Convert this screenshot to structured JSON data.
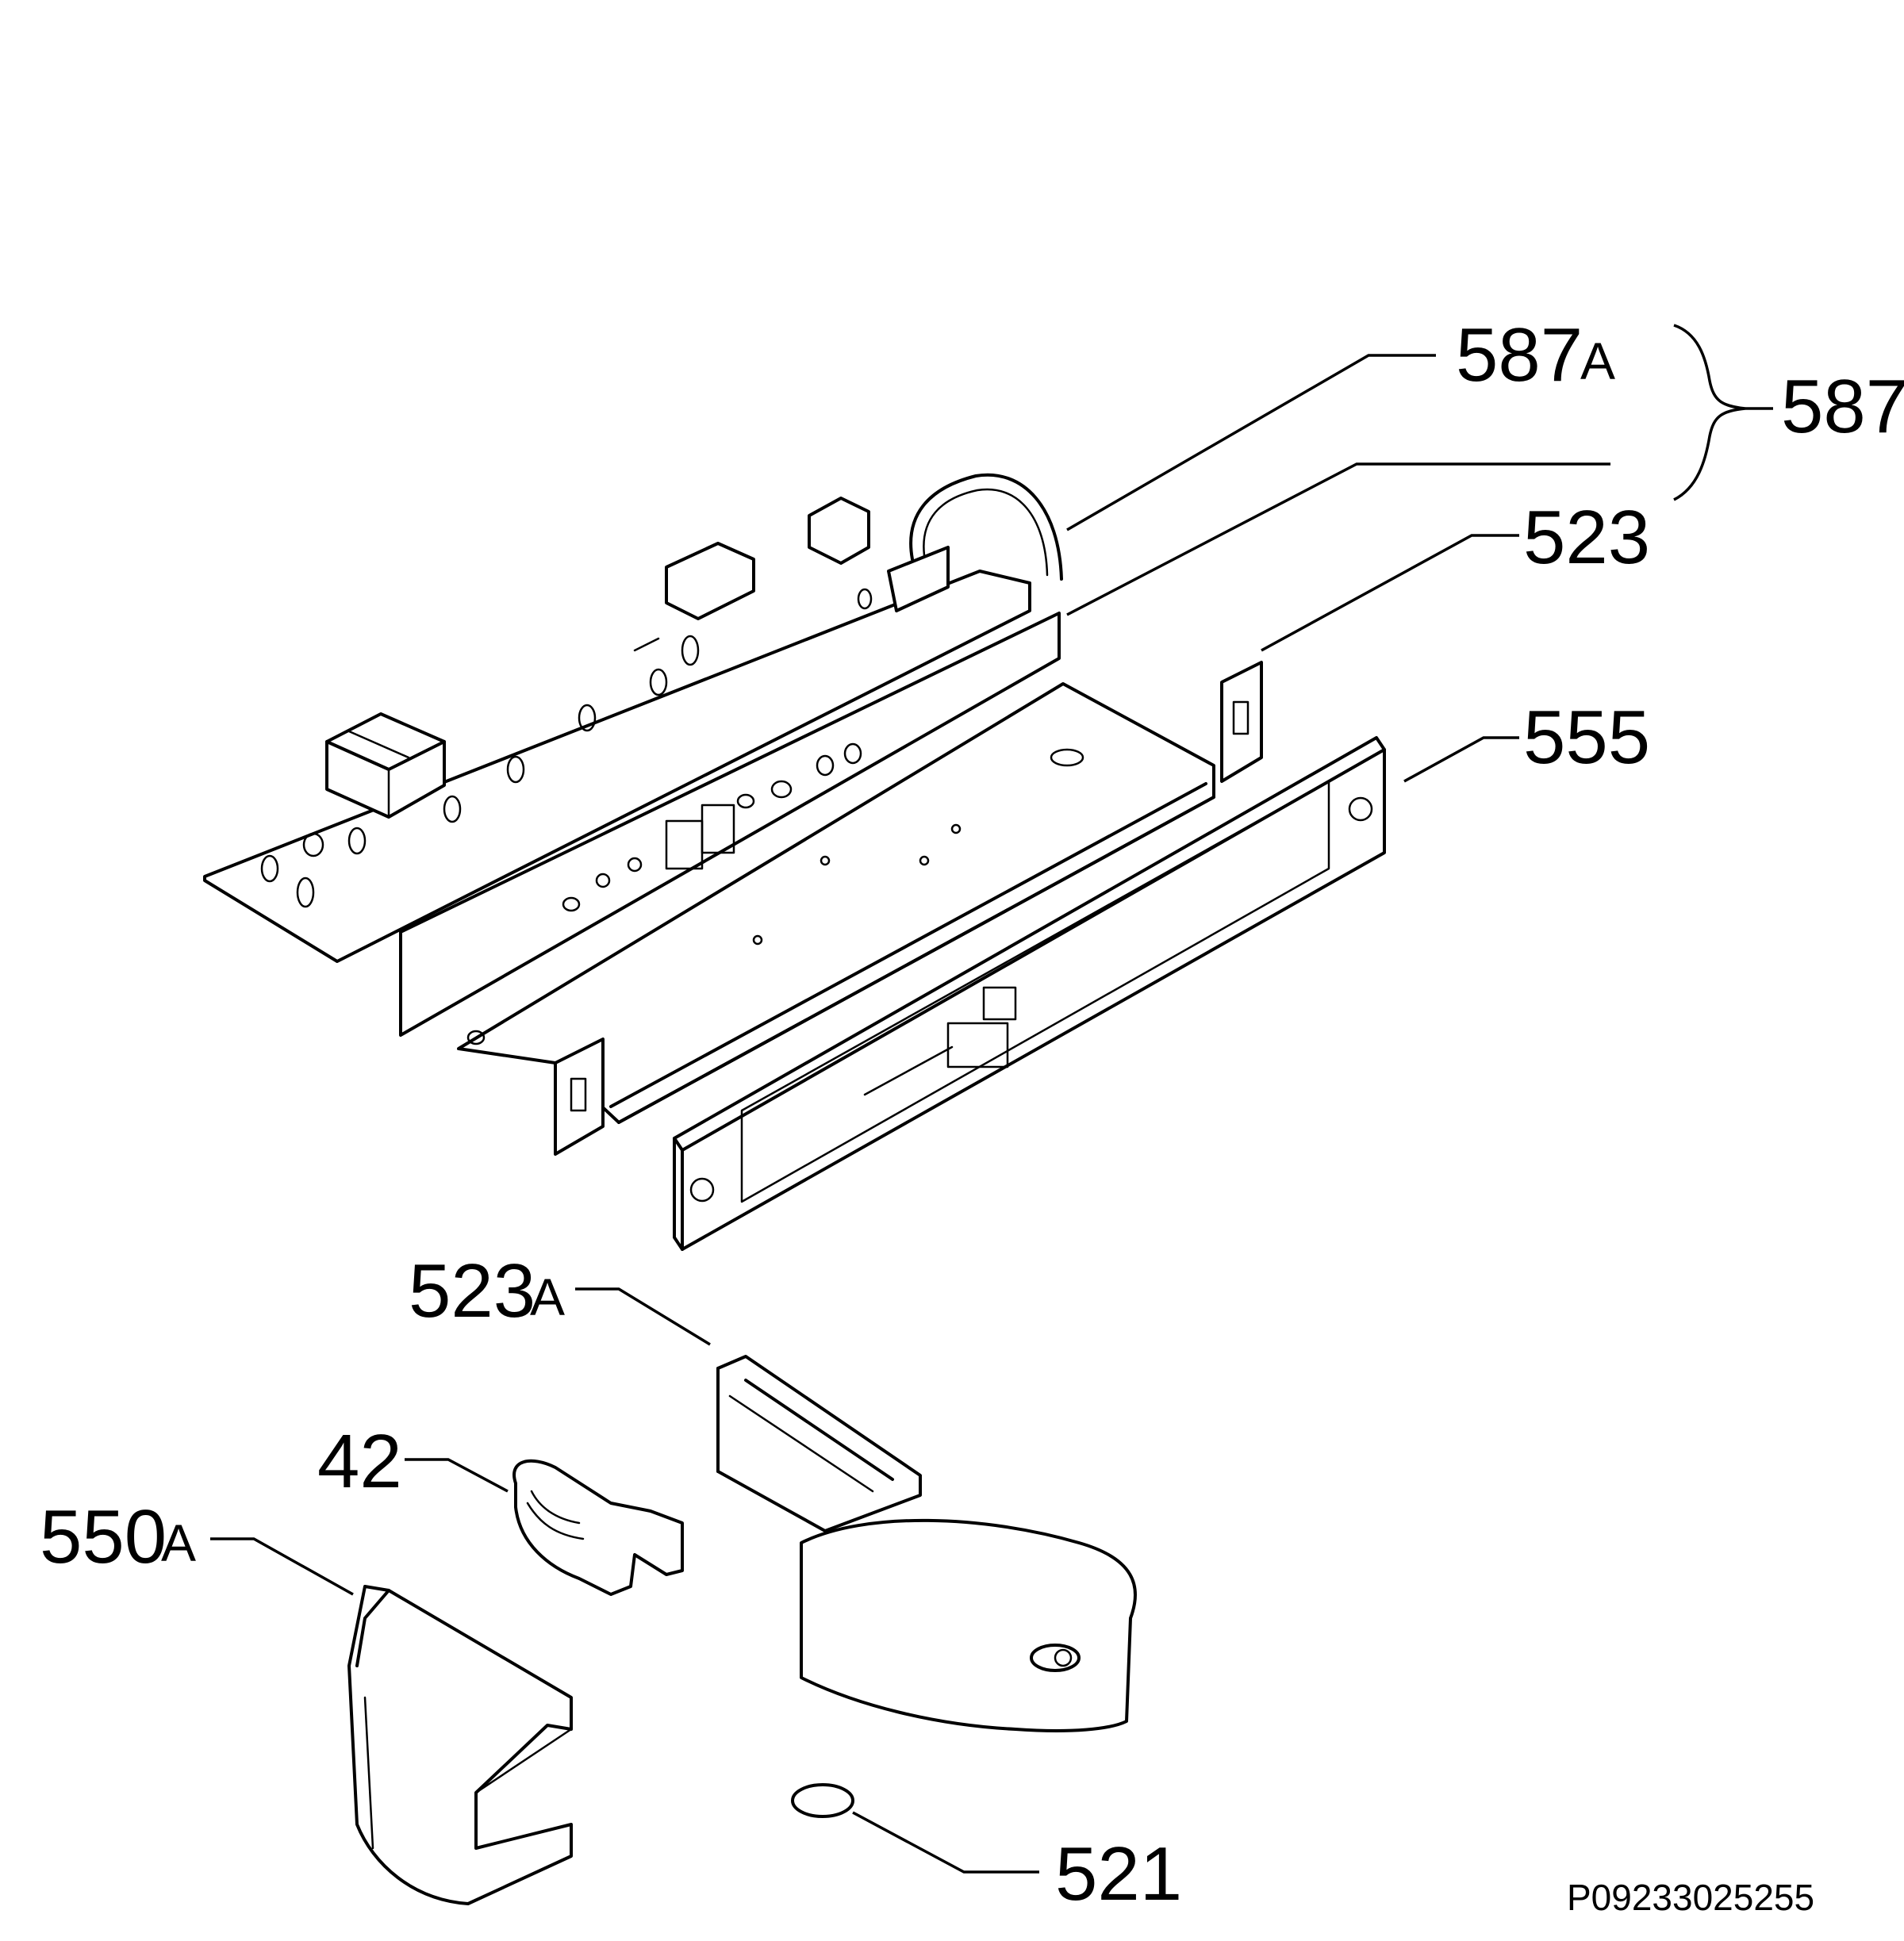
{
  "callouts": {
    "c587a": {
      "num": "587",
      "suffix": "A"
    },
    "c587": {
      "num": "587"
    },
    "c523": {
      "num": "523"
    },
    "c555": {
      "num": "555"
    },
    "c523a": {
      "num": "523",
      "suffix": "A"
    },
    "c42": {
      "num": "42"
    },
    "c550a": {
      "num": "550",
      "suffix": "A"
    },
    "c521": {
      "num": "521"
    }
  },
  "drawing_ref": "P09233025255"
}
